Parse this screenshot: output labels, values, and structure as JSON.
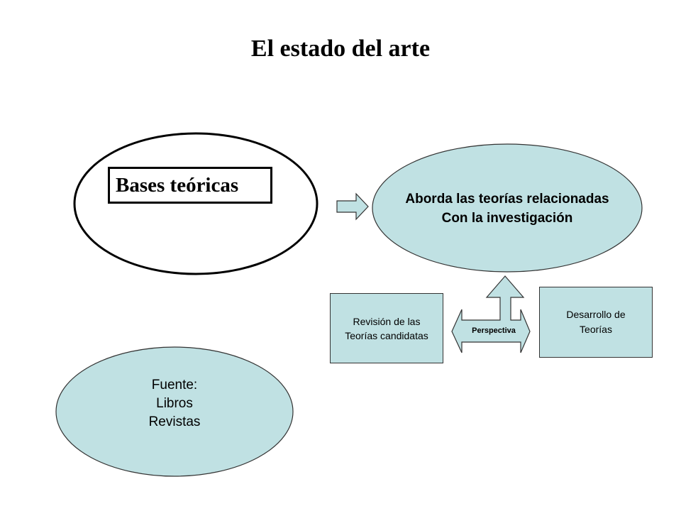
{
  "title": "El estado del arte",
  "bases": {
    "label": "Bases teóricas"
  },
  "aborda": {
    "line1": "Aborda las teorías relacionadas",
    "line2": "Con la investigación"
  },
  "revision": {
    "line1": "Revisión de las",
    "line2": "Teorías candidatas"
  },
  "perspectiva": {
    "label": "Perspectiva"
  },
  "desarrollo": {
    "line1": "Desarrollo de",
    "line2": "Teorías"
  },
  "fuente": {
    "line1": "Fuente:",
    "line2": "Libros",
    "line3": "Revistas"
  },
  "colors": {
    "fill": "#c0e1e3",
    "stroke": "#000000",
    "background": "#ffffff"
  }
}
